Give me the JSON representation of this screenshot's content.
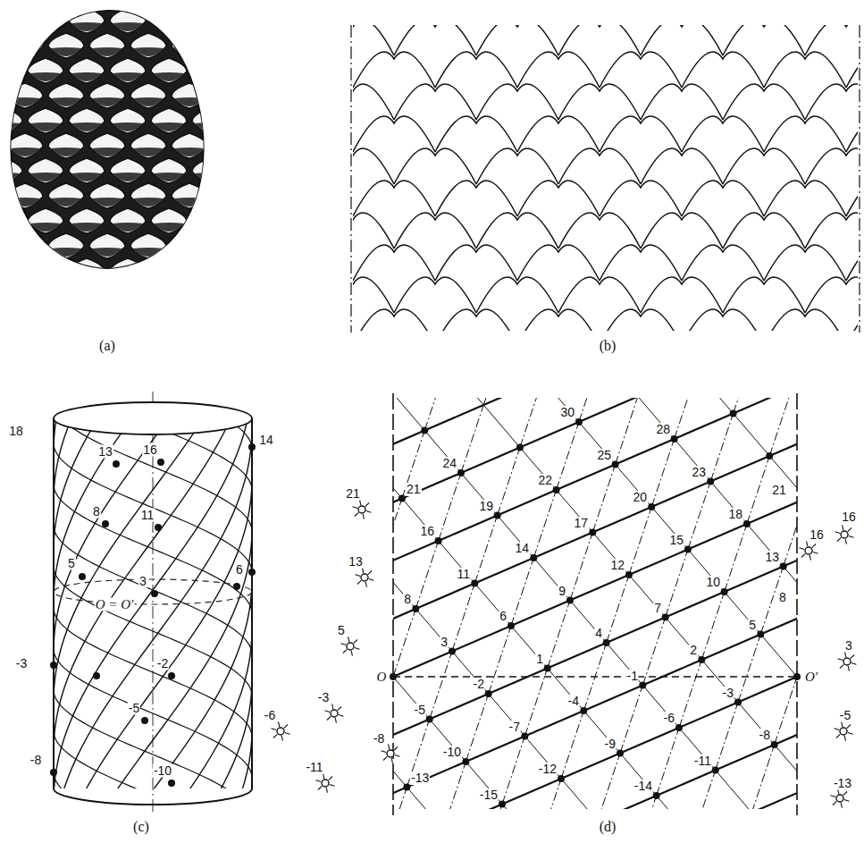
{
  "diagram": {
    "labels": [
      "(a)",
      "(b)",
      "18",
      "13",
      "16",
      "14",
      "8",
      "11",
      "5",
      "3",
      "6",
      "O = O′",
      "-3",
      "-2",
      "-5",
      "-8",
      "-10",
      "(c)",
      "30",
      "28",
      "25",
      "24",
      "23",
      "22",
      "21",
      "20",
      "19",
      "18",
      "17",
      "16",
      "15",
      "14",
      "13",
      "12",
      "11",
      "10",
      "9",
      "8",
      "7",
      "6",
      "5",
      "4",
      "3",
      "2",
      "1",
      "-1",
      "-2",
      "-3",
      "-4",
      "-5",
      "-6",
      "-7",
      "-8",
      "-9",
      "-10",
      "-11",
      "-12",
      "-13",
      "-14",
      "-15",
      "21",
      "8",
      "O",
      "O′",
      "21",
      "13",
      "5",
      "-3",
      "-6",
      "-8",
      "-11",
      "16",
      "16",
      "3",
      "-5",
      "-13",
      "(d)"
    ]
  }
}
